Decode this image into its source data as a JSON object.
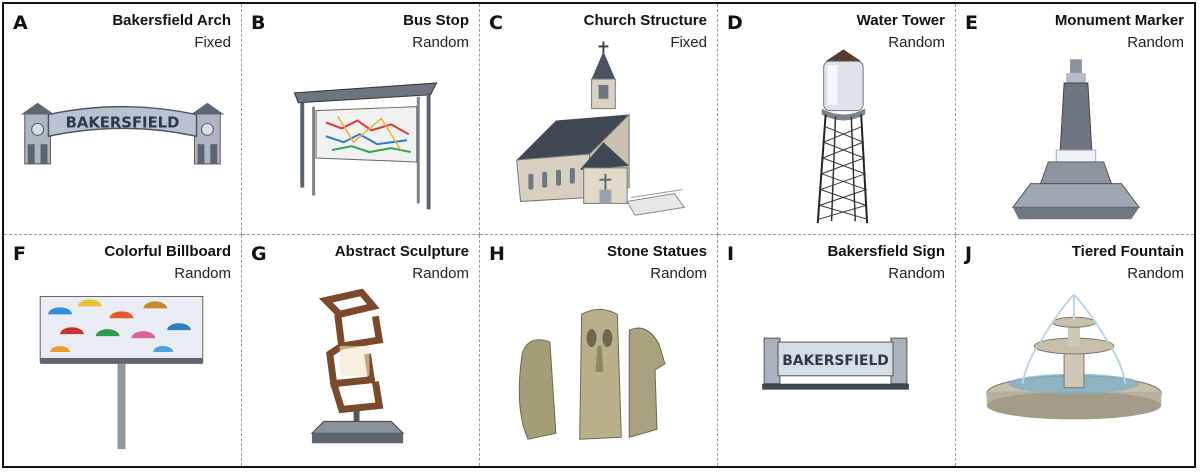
{
  "panels": [
    {
      "letter": "A",
      "title": "Bakersfield Arch",
      "mode": "Fixed",
      "sign_text": "BAKERSFIELD",
      "icon": "bakersfield-arch-icon"
    },
    {
      "letter": "B",
      "title": "Bus Stop",
      "mode": "Random",
      "icon": "bus-stop-icon"
    },
    {
      "letter": "C",
      "title": "Church Structure",
      "mode": "Fixed",
      "icon": "church-icon"
    },
    {
      "letter": "D",
      "title": "Water Tower",
      "mode": "Random",
      "icon": "water-tower-icon"
    },
    {
      "letter": "E",
      "title": "Monument Marker",
      "mode": "Random",
      "icon": "monument-icon"
    },
    {
      "letter": "F",
      "title": "Colorful Billboard",
      "mode": "Random",
      "icon": "billboard-icon"
    },
    {
      "letter": "G",
      "title": "Abstract Sculpture",
      "mode": "Random",
      "icon": "abstract-sculpture-icon"
    },
    {
      "letter": "H",
      "title": "Stone Statues",
      "mode": "Random",
      "icon": "stone-statues-icon"
    },
    {
      "letter": "I",
      "title": "Bakersfield Sign",
      "mode": "Random",
      "sign_text": "BAKERSFIELD",
      "icon": "bakersfield-sign-icon"
    },
    {
      "letter": "J",
      "title": "Tiered Fountain",
      "mode": "Random",
      "icon": "fountain-icon"
    }
  ]
}
